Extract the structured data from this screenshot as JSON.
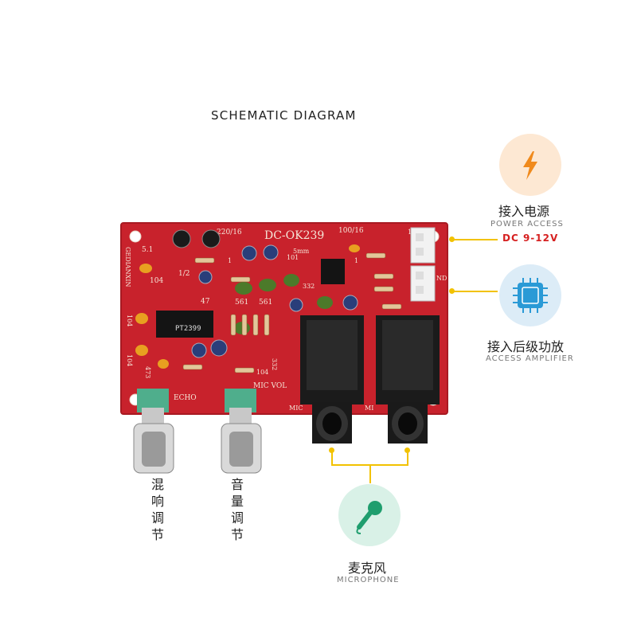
{
  "title": "SCHEMATIC DIAGRAM",
  "board": {
    "model": "DC-OK239",
    "silk": {
      "vendor": "GEDIANXIN",
      "c220": "220/16",
      "c100": "100/16",
      "r51": "5.1",
      "r12": "1/2",
      "c104a": "104",
      "c104b": "104",
      "c104c": "104",
      "c104d": "104",
      "c47": "47",
      "c473": "473",
      "c561a": "561",
      "c561b": "561",
      "c101": "101",
      "c332a": "332",
      "c332b": "332",
      "mm5": "5mm",
      "chip": "PT2399",
      "echo": "ECHO",
      "micvol": "MIC VOL",
      "mic1": "MIC",
      "mic2": "MI",
      "one1": "1",
      "one2": "1",
      "twelve": "12",
      "nd": "ND"
    }
  },
  "power": {
    "icon": "lightning-icon",
    "cn": "接入电源",
    "en": "POWER ACCESS",
    "spec": "DC 9-12V",
    "color": "#f08a1c"
  },
  "amplifier": {
    "icon": "chip-icon",
    "cn": "接入后级功放",
    "en": "ACCESS AMPLIFIER",
    "color": "#2a9ad6"
  },
  "microphone": {
    "icon": "microphone-icon",
    "cn": "麦克风",
    "en": "MICROPHONE",
    "color": "#1f9e6e"
  },
  "knobs": {
    "echo_label": "混响调节",
    "volume_label": "音量调节"
  },
  "colors": {
    "accent_line": "#f2c200",
    "pcb": "#c8222c"
  }
}
